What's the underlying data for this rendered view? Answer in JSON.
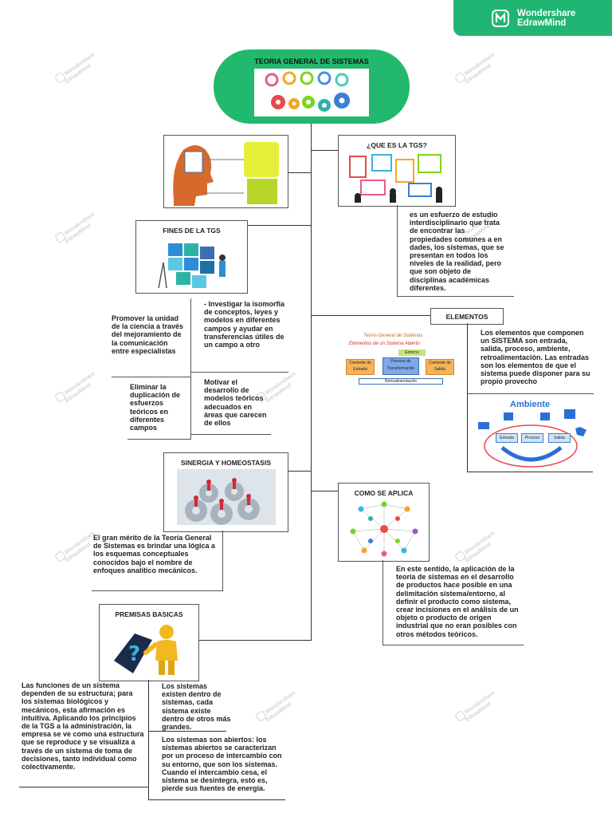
{
  "brand": {
    "line1": "Wondershare",
    "line2": "EdrawMind",
    "watermark1": "Wondershare",
    "watermark2": "EdrawMind",
    "color": "#21b573"
  },
  "root": {
    "title": "TEORIA GENERAL DE SISTEMAS",
    "color": "#22b96e"
  },
  "que_es": {
    "label": "¿QUE ES LA TGS?",
    "text": "es un esfuerzo de estudio interdisciplinario que trata de encontrar las propiedades comunes a en dades, los sistemas, que se presentan en todos los niveles de la realidad, pero que son objeto de disciplinas académicas diferentes."
  },
  "fines": {
    "label": "FINES DE LA TGS",
    "items": [
      "Promover la unidad de la ciencia a través del mejoramiento de la comunicación entre especialistas",
      "- Investigar la isomorfia de conceptos, leyes y modelos en diferentes campos y ayudar en transferencias útiles de un campo a otro",
      "Eliminar la duplicación de esfuerzos teóricos en diferentes campos",
      "Motivar el desarrollo de modelos teóricos adecuados en áreas que carecen de ellos"
    ]
  },
  "elementos": {
    "label": "ELEMENTOS",
    "text": "Los elementos que componen un SISTEMA son entrada, salida, proceso, ambiente, retroalimentación. Las entradas son los elementos de que el sistema puede disponer para su propio provecho",
    "diagram1": {
      "title": "Teoría General de Sistemas",
      "subtitle": "Elementos de un Sistema Abierto",
      "nodes": [
        "Corriente de Entrada",
        "Proceso de Transformación",
        "Corriente de Salida",
        "Entorno",
        "Retroalimentación"
      ]
    },
    "diagram2": {
      "title": "Ambiente",
      "nodes": [
        "Entrada",
        "Proceso",
        "Salida"
      ]
    }
  },
  "sinergia": {
    "label": "SINERGIA Y HOMEOSTASIS",
    "text": "El gran mérito de la Teoría General de Sistemas es brindar una lógica a los esquemas conceptuales conocidos bajo el nombre de enfoques analítico mecánicos."
  },
  "como": {
    "label": "COMO SE APLICA",
    "text": "En este sentido, la aplicación de la teoría de sistemas en el desarrollo de productos hace posible en una delimitación sistema/entorno, al definir el producto como sistema, crear incisiones en el análisis de un objeto o producto de origen industrial que no eran posibles con otros métodos teóricos."
  },
  "premisas": {
    "label": "PREMISAS BASICAS",
    "items": [
      "Las funciones de un sistema dependen de su estructura; para los sistemas biológicos y mecánicos, esta afirmación es intuitiva. Aplicando los principios de la TGS a la administración, la empresa se ve como una estructura que se reproduce y se visualiza a través de un sistema de toma de decisiones, tanto individual como colectivamente.",
      "Los sistemas existen dentro de sistemas, cada sistema existe dentro de otros más grandes.",
      "Los sistemas son abiertos: los sistemas abiertos se caracterizan por un proceso de intercambio con su entorno, que son los sistemas. Cuando el intercambio cesa, el sistema se desintegra, esto es, pierde sus fuentes de energía."
    ]
  }
}
